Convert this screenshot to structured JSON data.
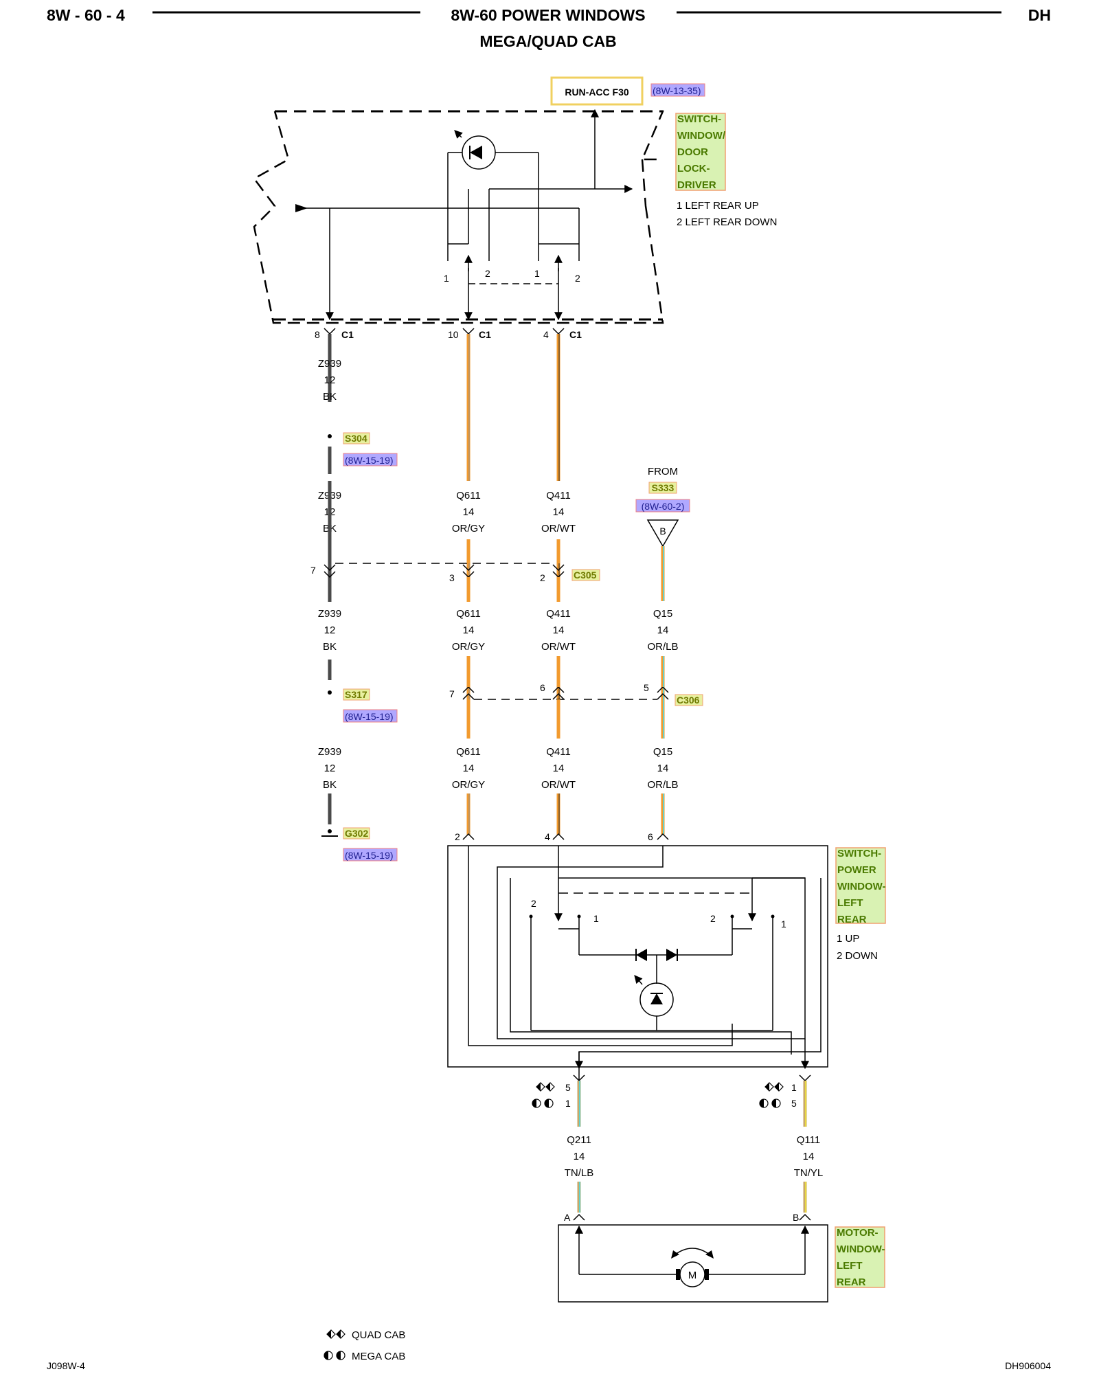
{
  "header": {
    "page": "8W - 60 - 4",
    "title": "8W-60 POWER WINDOWS",
    "subtitle": "MEGA/QUAD CAB",
    "code": "DH"
  },
  "footer": {
    "left": "J098W-4",
    "right": "DH906004"
  },
  "legend": {
    "quad": "QUAD CAB",
    "mega": "MEGA CAB"
  },
  "colors": {
    "orange": "#f29a2e",
    "gray": "#8c8c8c",
    "white": "#ffffff",
    "black": "#4a4a4a",
    "lightblue": "#66d0c8",
    "tan": "#c9a86a",
    "yellow": "#e8d840",
    "green": "#4a7a00",
    "comp_bg": "#d9f2b3",
    "comp_border": "#f0a070",
    "ref_bg": "#b0a8ff",
    "splice_bg": "#e8f0a0",
    "fuse_border": "#f0d060"
  },
  "fuse": {
    "label": "RUN-ACC F30",
    "ref": "(8W-13-35)"
  },
  "driver_switch": {
    "name_lines": [
      "SWITCH-",
      "WINDOW/",
      "DOOR",
      "LOCK-",
      "DRIVER"
    ],
    "notes": [
      "1 LEFT REAR UP",
      "2 LEFT REAR DOWN"
    ],
    "contacts": [
      "1",
      "2",
      "1",
      "2"
    ],
    "pins": [
      {
        "num": "8",
        "conn": "C1"
      },
      {
        "num": "10",
        "conn": "C1"
      },
      {
        "num": "4",
        "conn": "C1"
      }
    ]
  },
  "wires": {
    "z939": {
      "id": "Z939",
      "gauge": "12",
      "color": "BK"
    },
    "q611": {
      "id": "Q611",
      "gauge": "14",
      "color": "OR/GY"
    },
    "q411": {
      "id": "Q411",
      "gauge": "14",
      "color": "OR/WT"
    },
    "q15": {
      "id": "Q15",
      "gauge": "14",
      "color": "OR/LB"
    },
    "q211": {
      "id": "Q211",
      "gauge": "14",
      "color": "TN/LB"
    },
    "q111": {
      "id": "Q111",
      "gauge": "14",
      "color": "TN/YL"
    }
  },
  "from": {
    "label": "FROM",
    "splice": "S333",
    "ref": "(8W-60-2)",
    "letter": "B"
  },
  "splices": {
    "s304": {
      "id": "S304",
      "ref": "(8W-15-19)"
    },
    "s317": {
      "id": "S317",
      "ref": "(8W-15-19)"
    },
    "g302": {
      "id": "G302",
      "ref": "(8W-15-19)"
    }
  },
  "c305": {
    "id": "C305",
    "pins": [
      "7",
      "3",
      "2"
    ]
  },
  "c306": {
    "id": "C306",
    "pins": [
      "7",
      "6",
      "5"
    ]
  },
  "lr_switch": {
    "name_lines": [
      "SWITCH-",
      "POWER",
      "WINDOW-",
      "LEFT",
      "REAR"
    ],
    "notes": [
      "1 UP",
      "2 DOWN"
    ],
    "top_pins": [
      "2",
      "4",
      "6"
    ],
    "contacts": [
      "2",
      "1",
      "2",
      "1"
    ],
    "bottom_left_pins": {
      "quad": "5",
      "mega": "1"
    },
    "bottom_right_pins": {
      "quad": "1",
      "mega": "5"
    }
  },
  "motor": {
    "name_lines": [
      "MOTOR-",
      "WINDOW-",
      "LEFT",
      "REAR"
    ],
    "pins": [
      "A",
      "B"
    ],
    "symbol": "M"
  }
}
